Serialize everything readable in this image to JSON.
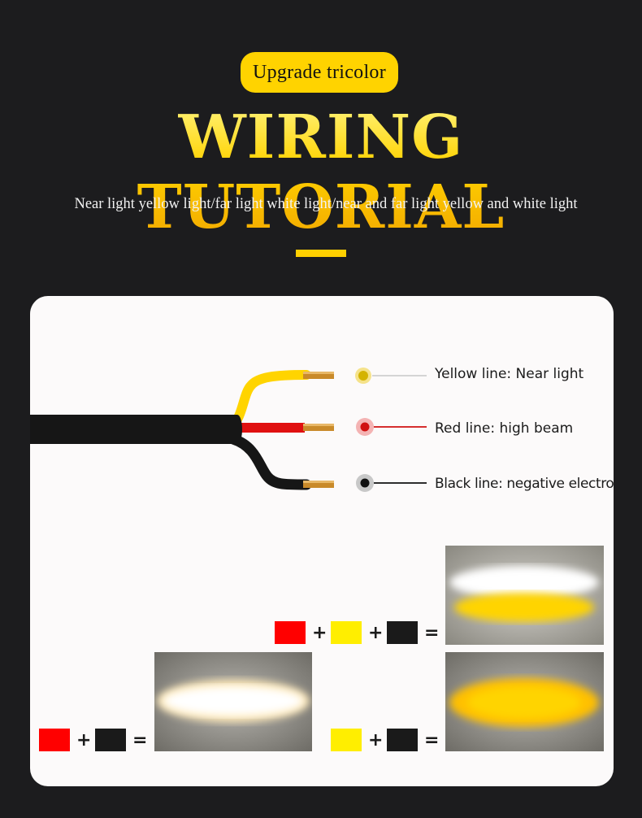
{
  "badge": "Upgrade tricolor",
  "title": "WIRING TUTORIAL",
  "subtitle": "Near light yellow light/far light white light/near and far light yellow and white light",
  "wires": [
    {
      "label": "Yellow line: Near light",
      "color": "#ffd400"
    },
    {
      "label": "Red line: high beam",
      "color": "#e01010"
    },
    {
      "label": "Black line: negative electrode",
      "color": "#111111"
    }
  ],
  "combos": [
    {
      "name": "red-yellow-black",
      "swatches": [
        "#ff0000",
        "#ffee00",
        "#1a1a1a"
      ],
      "ops": [
        "+",
        "+",
        "="
      ],
      "result": "yellow-white"
    },
    {
      "name": "red-black",
      "swatches": [
        "#ff0000",
        "#1a1a1a"
      ],
      "ops": [
        "+",
        "="
      ],
      "result": "white"
    },
    {
      "name": "yellow-black",
      "swatches": [
        "#ffee00",
        "#1a1a1a"
      ],
      "ops": [
        "+",
        "="
      ],
      "result": "yellow"
    }
  ],
  "colors": {
    "background": "#1c1c1e",
    "accent": "#ffd300",
    "card": "#fcfafa"
  }
}
